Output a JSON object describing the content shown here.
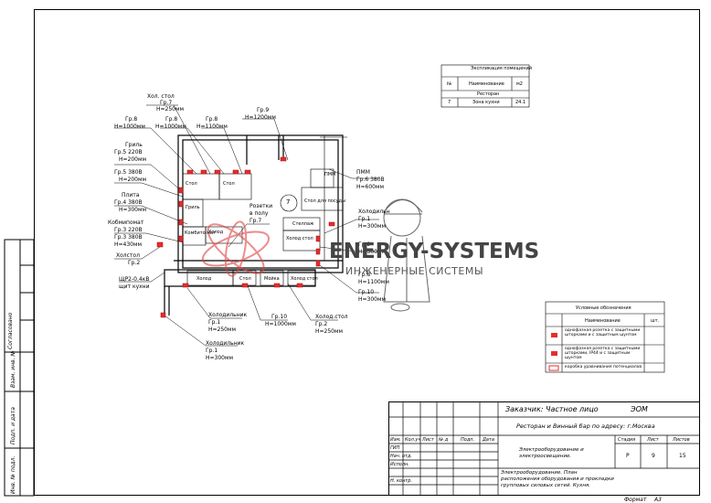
{
  "explication": {
    "title": "Экспликация помещений",
    "col_no": "№",
    "col_name": "Наименование",
    "col_area": "м2",
    "section": "Ресторан",
    "row_no": "7",
    "row_name": "Зона кухни",
    "row_area": "24.1"
  },
  "room_number": "7",
  "labels": {
    "hol_stol_top_1": "Хол. стол",
    "hol_stol_top_2": "Гр.7",
    "hol_stol_top_3": "Н=250мм",
    "gr8a_1": "Гр.8",
    "gr8a_2": "Н=1000мм",
    "gr8b_1": "Гр.8",
    "gr8b_2": "Н=1000мм",
    "gr8c_1": "Гр.8",
    "gr8c_2": "Н=1100мм",
    "gr9_1": "Гр.9",
    "gr9_2": "Н=1200мм",
    "gril_1": "Гриль",
    "gril_2": "Гр.5 220В",
    "gril_3": "Н=200мм",
    "gr5_1": "Гр.5 380В",
    "gr5_2": "Н=200мм",
    "plita_1": "Плита",
    "plita_2": "Гр.4 380В",
    "plita_3": "Н=300мм",
    "kombi_1": "Кобмипомат",
    "kombi_2": "Гр.3 220В",
    "kombi_3": "Гр.3 380В",
    "kombi_4": "Н=430мм",
    "holstol_left_1": "Холстол",
    "holstol_left_2": "Гр.2",
    "shr_1": "ЩР2-0.4кВ",
    "shr_2": "щит кухни",
    "rozetki_1": "Розетки",
    "rozetki_2": "в полу",
    "rozetki_3": "Гр.7",
    "pmm_1": "ПММ",
    "pmm_2": "Гр.6  380В",
    "pmm_3": "Н=600мм",
    "holod_r_1": "Холодильн",
    "holod_r_2": "Гр.1",
    "holod_r_3": "Н=300мм",
    "gr9r_1": "Гр.9",
    "gr9r_2": "Н=300мм",
    "gr8r_1": "Гр.8",
    "gr8r_2": "Н=1100мм",
    "gr10r_1": "Гр.10",
    "gr10r_2": "Н=300мм",
    "gr10b_1": "Гр.10",
    "gr10b_2": "Н=1000мм",
    "holstol_b_1": "Холод.стол",
    "holstol_b_2": "Гр.2",
    "holstol_b_3": "Н=250мм",
    "holodb1_1": "Холодильник",
    "holodb1_2": "Гр.1",
    "holodb1_3": "Н=250мм",
    "holodb2_1": "Холодильник",
    "holodb2_2": "Гр.1",
    "holodb2_3": "Н=300мм",
    "plan_stol": "Стол",
    "plan_stol2": "Стол",
    "plan_gril": "Гриль",
    "plan_kombi": "Комбито мат",
    "plan_holod": "Холод",
    "plan_pmm": "ПММ",
    "plan_stol_posuda": "Стол для посуды",
    "plan_stellazh": "Стеллаж",
    "plan_holod_stol": "Холод стол",
    "plan_holod_bottom": "Холод",
    "plan_stol_bottom": "Стол",
    "plan_moika": "Мойка",
    "plan_holod_stol_b": "Холод стол"
  },
  "legend": {
    "title": "Условные обозначения",
    "col_name": "Наименование",
    "col_qty": "шт.",
    "row1": "однофазная розетка с защитными шторками и с защитным шунтом",
    "row2": "однофазная розетка с защитными шторками, IP44 и с защитным шунтом",
    "row3": "коробка уравнивания потенциалов"
  },
  "watermark": {
    "brand": "ENERGY-SYSTEMS",
    "sub": "ИНЖЕНЕРНЫЕ СИСТЕМЫ"
  },
  "title_block": {
    "customer": "Заказчик: Частное лицо",
    "code": "ЭОМ",
    "object": "Ресторан и Винный бар по адресу: г.Москва",
    "h_izm": "Изм.",
    "h_koluch": "Кол.уч",
    "h_list": "Лист",
    "h_ndok": "№ д",
    "h_podp": "Подп.",
    "h_data": "Дата",
    "gip": "ГИП",
    "nach_otd": "Нач. отд.",
    "ispoln": "Исполн.",
    "n_kontr": "Н. контр.",
    "section_name": "Электрооборудование и электроосвещение.",
    "stage_h": "Стадия",
    "sheet_h": "Лист",
    "sheets_h": "Листов",
    "stage": "Р",
    "sheet": "9",
    "sheets": "15",
    "drawing_name": "Электрооборудование. План расположения оборудования и прокладки групповых силовых сетей. Кухня.",
    "format_label": "Формат",
    "format": "А3"
  },
  "side_stamp": {
    "s1": "Согласовано",
    "s2": "Взам. инв. №",
    "s3": "Подп. и дата",
    "s4": "Инв. № подл."
  }
}
